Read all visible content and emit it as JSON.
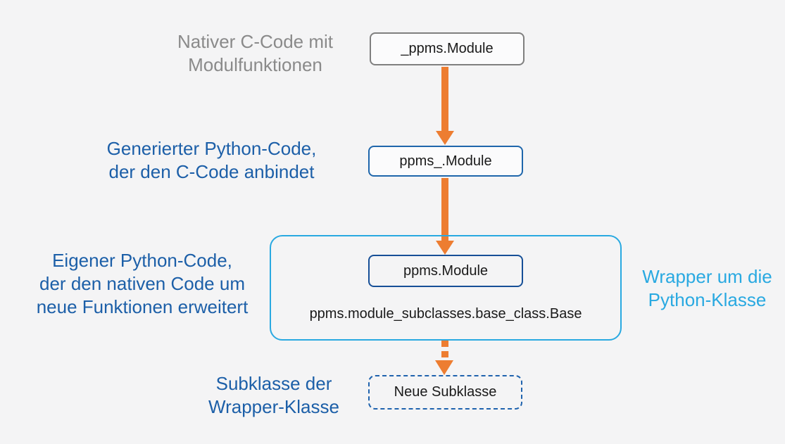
{
  "colors": {
    "background": "#F4F4F5",
    "gray_border": "#7F7F7F",
    "gray_text": "#8A8A8A",
    "dark_blue_text": "#1C5FA8",
    "blue_border": "#1E66AB",
    "navy_border": "#164F97",
    "cyan_accent": "#29A9E1",
    "orange_arrow": "#ED7D31",
    "node_text": "#1A1A1A"
  },
  "nodes": {
    "native": {
      "label": "_ppms.Module"
    },
    "generated": {
      "label": "ppms_.Module"
    },
    "wrapped": {
      "label": "ppms.Module"
    },
    "base_path": {
      "label": "ppms.module_subclasses.base_class.Base"
    },
    "subclass": {
      "label": "Neue Subklasse"
    }
  },
  "labels": {
    "native": {
      "lines": [
        "Nativer C-Code mit",
        "Modulfunktionen"
      ]
    },
    "generated": {
      "lines": [
        "Generierter Python-Code,",
        "der den C-Code anbindet"
      ]
    },
    "own_code": {
      "lines": [
        "Eigener Python-Code,",
        "der den nativen Code um",
        "neue Funktionen erweitert"
      ]
    },
    "wrapper": {
      "lines": [
        "Wrapper um die",
        "Python-Klasse"
      ]
    },
    "subclass": {
      "lines": [
        "Subklasse der",
        "Wrapper-Klasse"
      ]
    }
  }
}
